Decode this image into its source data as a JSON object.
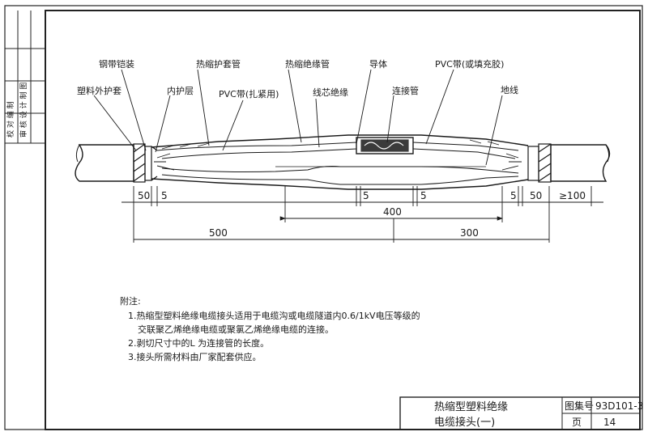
{
  "drawing": {
    "labels": {
      "steel_armor": "钢带铠装",
      "outer_sheath": "塑料外护套",
      "inner_layer": "内护层",
      "heat_shrink_sheath_tube": "热缩护套管",
      "pvc_tape_binding": "PVC带(扎紧用)",
      "heat_shrink_insulation_tube": "热缩绝缘管",
      "core_insulation": "线芯绝缘",
      "conductor": "导体",
      "connector_tube": "连接管",
      "pvc_tape_filler": "PVC带(或填充胶)",
      "ground_wire": "地线"
    },
    "dimensions": {
      "d50_left": "50",
      "d5_left": "5",
      "d5_mid_left": "5",
      "d5_mid_right": "5",
      "d5_right": "5",
      "d50_right": "50",
      "d100_right": "≥100",
      "d400": "400",
      "d500": "500",
      "d300": "300"
    }
  },
  "notes": {
    "heading": "附注:",
    "items": [
      "1.热缩型塑料绝缘电缆接头适用于电缆沟或电缆隧道内0.6/1kV电压等级的",
      "交联聚乙烯绝缘电缆或聚氯乙烯绝缘电缆的连接。",
      "2.剥切尺寸中的L 为连接管的长度。",
      "3.接头所需材料由厂家配套供应。"
    ]
  },
  "title_block": {
    "title_line1": "热缩型塑料绝缘",
    "title_line2": "电缆接头(一)",
    "atlas_label": "图集号",
    "atlas_value": "93D101-3",
    "page_label": "页",
    "page_value": "14"
  },
  "side_strip": {
    "col1": "校 对 编 制",
    "col2": "审 核 设 计 制 图"
  }
}
